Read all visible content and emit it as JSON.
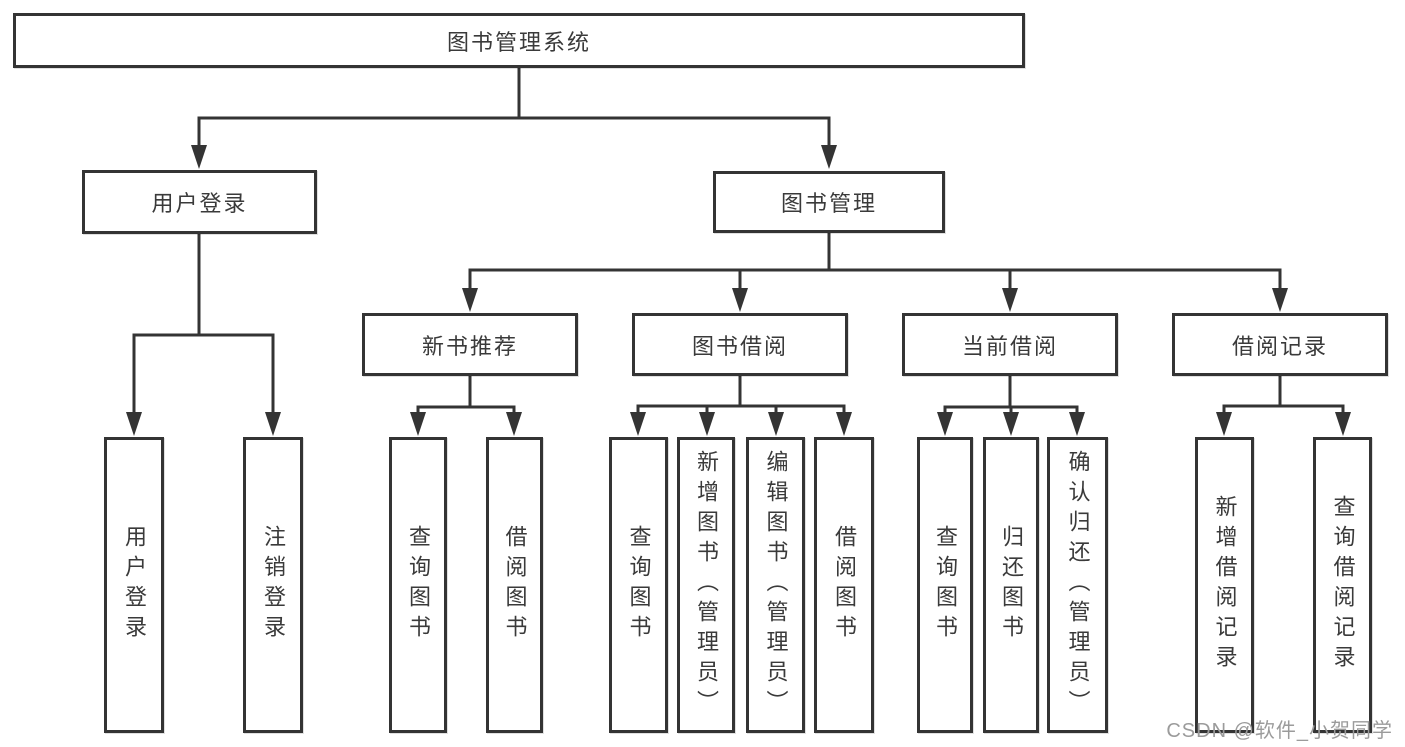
{
  "tree": {
    "label": "图书管理系统",
    "children": [
      {
        "label": "用户登录",
        "children": [
          {
            "label": "用户登录"
          },
          {
            "label": "注销登录"
          }
        ]
      },
      {
        "label": "图书管理",
        "children": [
          {
            "label": "新书推荐",
            "children": [
              {
                "label": "查询图书"
              },
              {
                "label": "借阅图书"
              }
            ]
          },
          {
            "label": "图书借阅",
            "children": [
              {
                "label": "查询图书"
              },
              {
                "label": "新增图书（管理员）"
              },
              {
                "label": "编辑图书（管理员）"
              },
              {
                "label": "借阅图书"
              }
            ]
          },
          {
            "label": "当前借阅",
            "children": [
              {
                "label": "查询图书"
              },
              {
                "label": "归还图书"
              },
              {
                "label": "确认归还（管理员）"
              }
            ]
          },
          {
            "label": "借阅记录",
            "children": [
              {
                "label": "新增借阅记录"
              },
              {
                "label": "查询借阅记录"
              }
            ]
          }
        ]
      }
    ]
  },
  "watermark": {
    "text": "CSDN @软件_小贺同学"
  },
  "colors": {
    "line": "#343434",
    "text": "#3a3a3a",
    "watermark": "#9b9b9b",
    "background": "#ffffff"
  }
}
